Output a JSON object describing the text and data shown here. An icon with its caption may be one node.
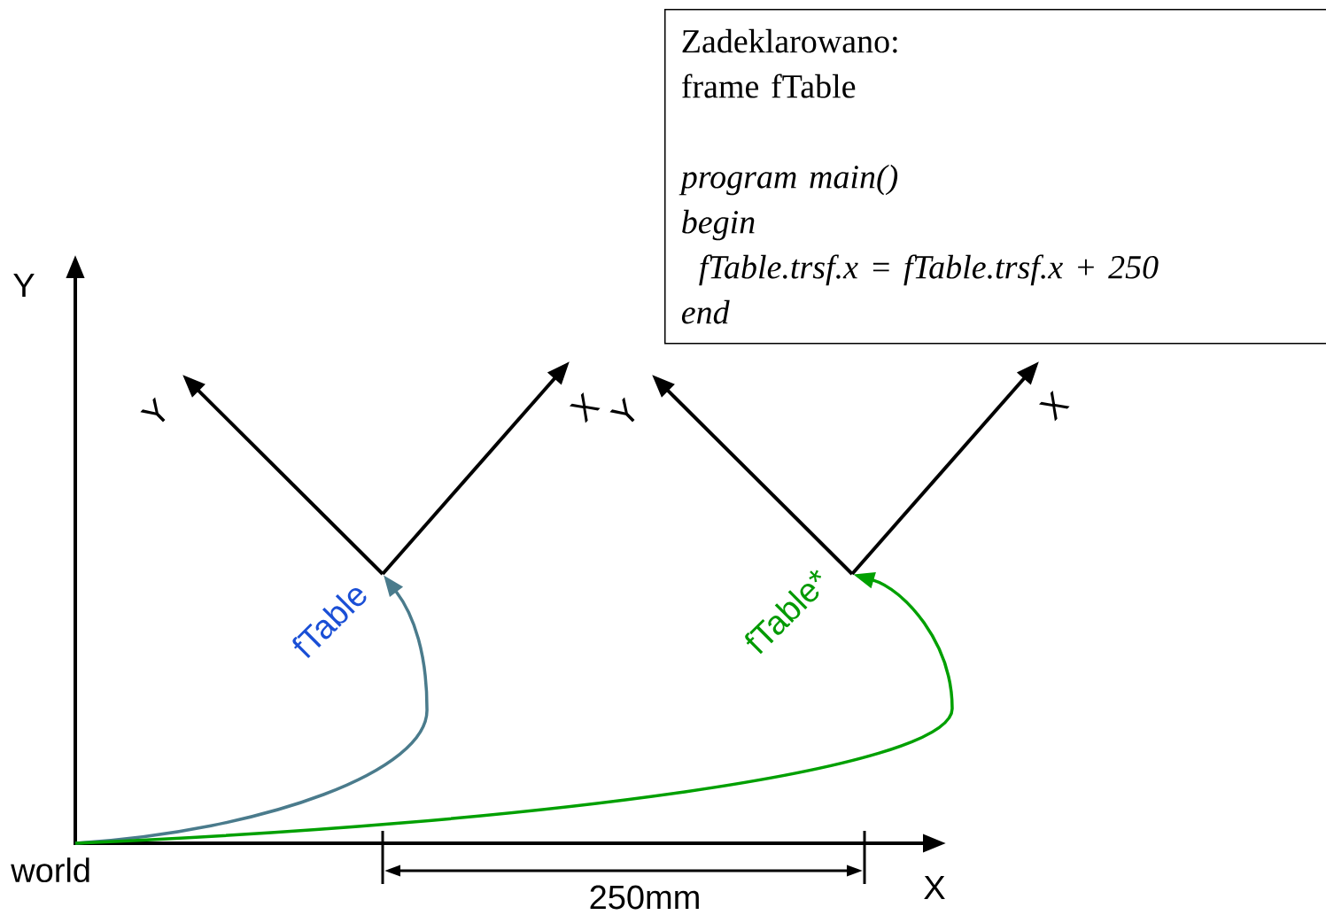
{
  "diagram": {
    "nodes": [
      {
        "text": [
          "world"
        ]
      },
      {
        "text": [],
        "shape": "picture"
      },
      {
        "text": [],
        "shape": "picture"
      },
      {
        "text": [
          "Zadeklarowano:",
          "frame fTable",
          "program main()",
          "begin",
          "fTable.trsf.x = fTable.trsf.x + 250",
          "end"
        ]
      }
    ],
    "edges": [
      {
        "from": 0,
        "to": 1,
        "arrow": "to",
        "label": "fTable",
        "color": "#4a7b8c"
      },
      {
        "from": 0,
        "to": 2,
        "arrow": "to",
        "label": "fTable*",
        "color": "#00a000"
      }
    ],
    "labels": [
      "Y",
      "Y",
      "X",
      "Y",
      "X",
      "250mm",
      "X"
    ]
  }
}
